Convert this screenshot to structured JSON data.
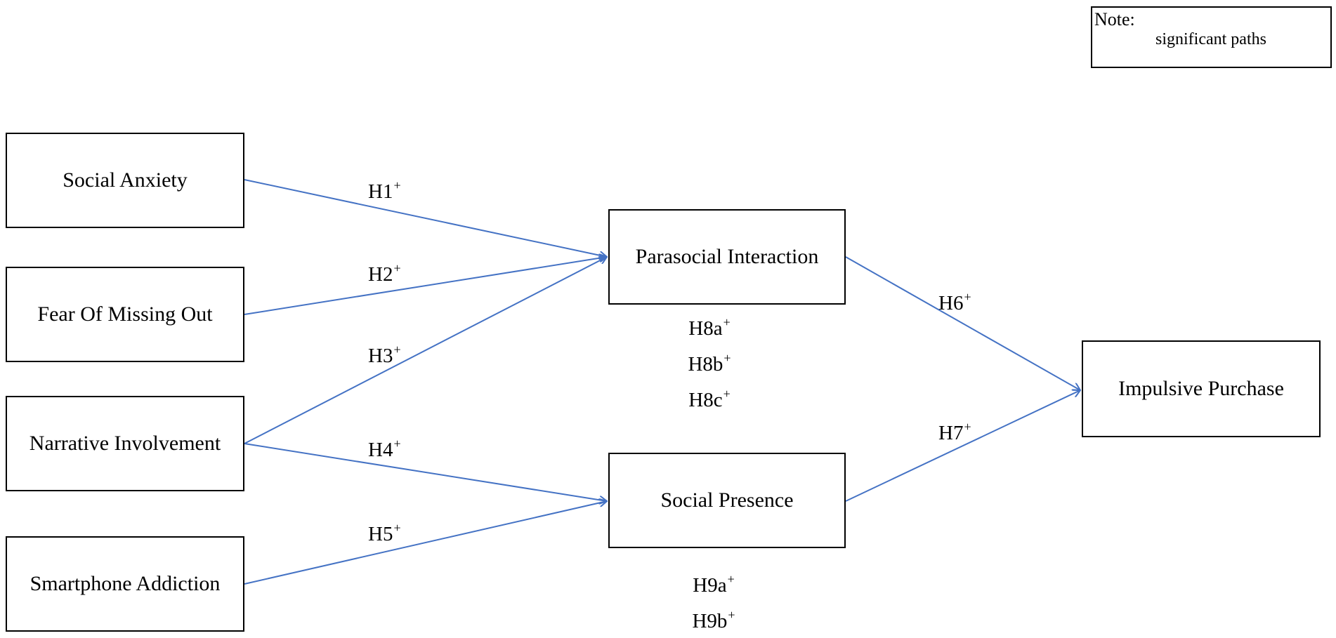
{
  "nodes": {
    "social_anxiety": "Social Anxiety",
    "fear_of_missing_out": "Fear Of Missing Out",
    "narrative_involvement": "Narrative Involvement",
    "smartphone_addiction": "Smartphone Addiction",
    "parasocial_interaction": "Parasocial Interaction",
    "social_presence": "Social Presence",
    "impulsive_purchase": "Impulsive Purchase"
  },
  "hypotheses": {
    "h1": "H1",
    "h2": "H2",
    "h3": "H3",
    "h4": "H4",
    "h5": "H5",
    "h6": "H6",
    "h7": "H7",
    "h8a": "H8a",
    "h8b": "H8b",
    "h8c": "H8c",
    "h9a": "H9a",
    "h9b": "H9b",
    "sign": "+"
  },
  "legend": {
    "title": "Note:",
    "item_label": "significant paths"
  },
  "colors": {
    "arrow": "#4472C4",
    "border": "#000000"
  }
}
